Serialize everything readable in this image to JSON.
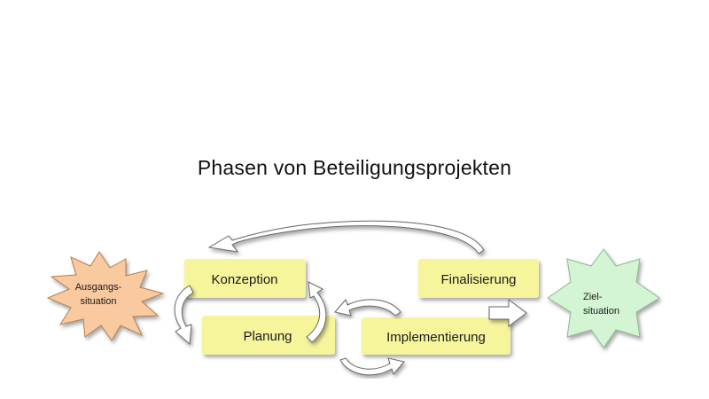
{
  "slide": {
    "title": "Phasen von Beteiligungsprojekten"
  },
  "start_state": {
    "line1": "Ausgangs-",
    "line2": "situation"
  },
  "goal_state": {
    "line1": "Ziel-",
    "line2": "situation"
  },
  "phases": {
    "konzeption": "Konzeption",
    "planung": "Planung",
    "implementierung": "Implementierung",
    "finalisierung": "Finalisierung"
  },
  "colors": {
    "phase_fill": "#f7f59c",
    "start_fill": "#f9c9a0",
    "goal_fill": "#d4f5d4"
  }
}
